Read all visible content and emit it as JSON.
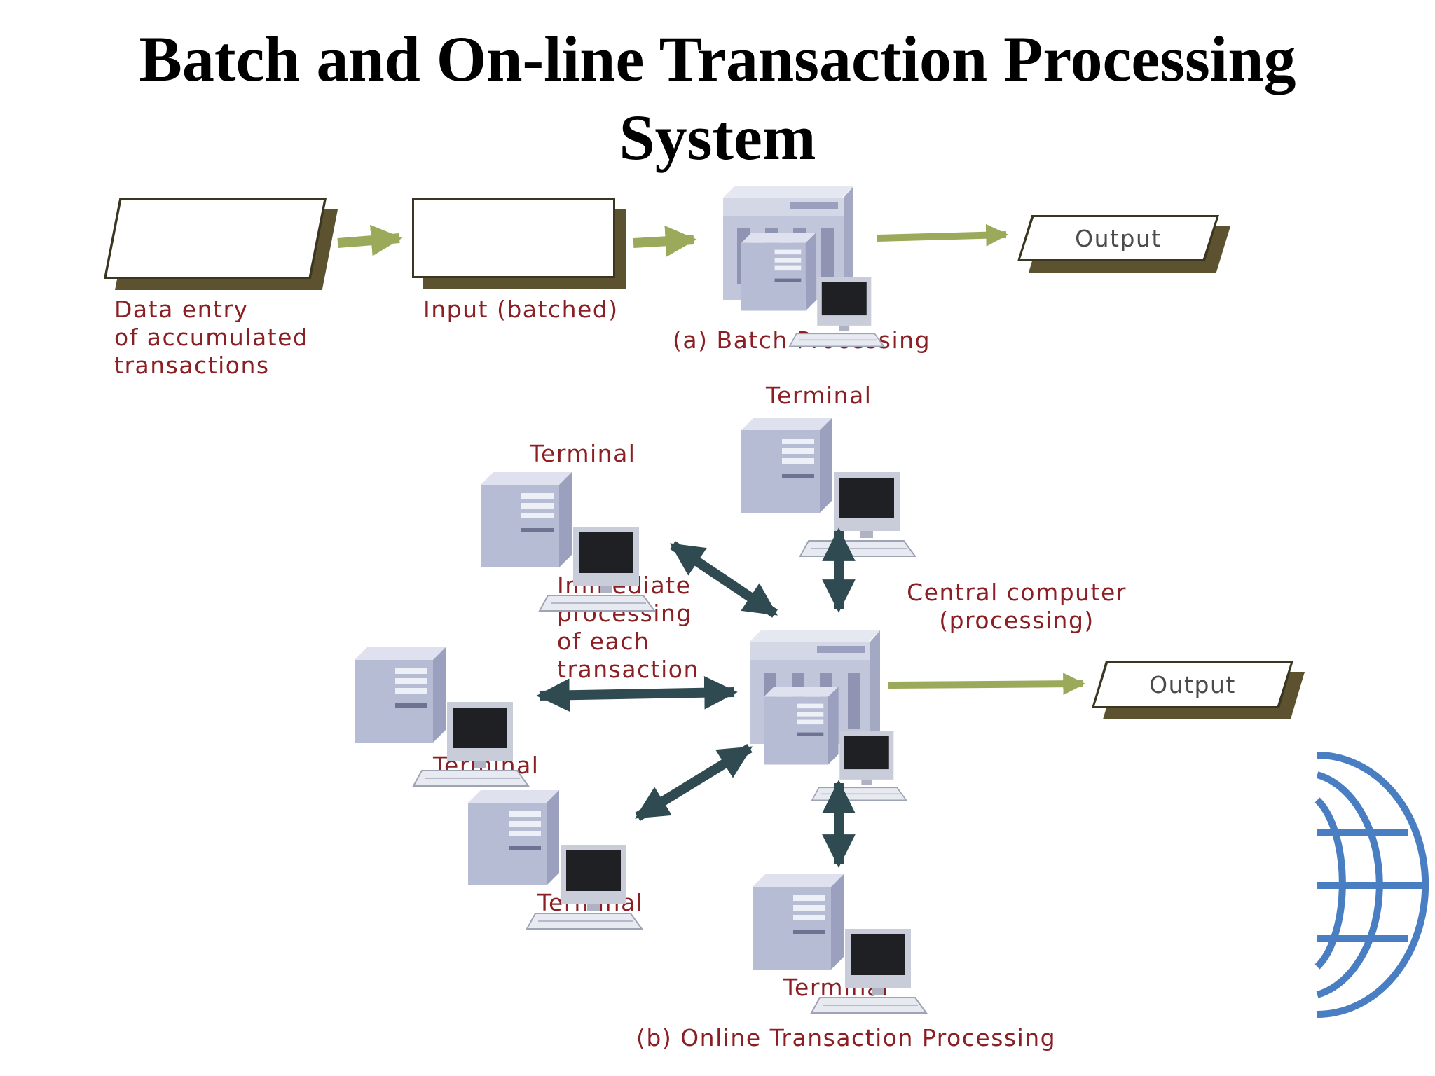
{
  "title": {
    "line1": "Batch and On-line Transaction Processing",
    "line2": "System"
  },
  "batch": {
    "data_entry_label": [
      "Data entry",
      "of accumulated",
      "transactions"
    ],
    "input_label": "Input (batched)",
    "caption": "(a) Batch Processing",
    "output_label": "Output"
  },
  "online": {
    "terminal_label": "Terminal",
    "immediate_label": [
      "Immediate",
      "processing",
      "of each",
      "transaction"
    ],
    "central_label": [
      "Central computer",
      "(processing)"
    ],
    "output_label": "Output",
    "caption": "(b) Online Transaction Processing"
  },
  "colors": {
    "label_red": "#8a1f24",
    "flow_arrow": "#9aa95a",
    "link_arrow": "#2f4a50",
    "shadow_olive": "#5c5230",
    "globe_blue": "#4a7ec2"
  },
  "icons": [
    "computer-icon",
    "mainframe-icon",
    "globe-icon"
  ]
}
